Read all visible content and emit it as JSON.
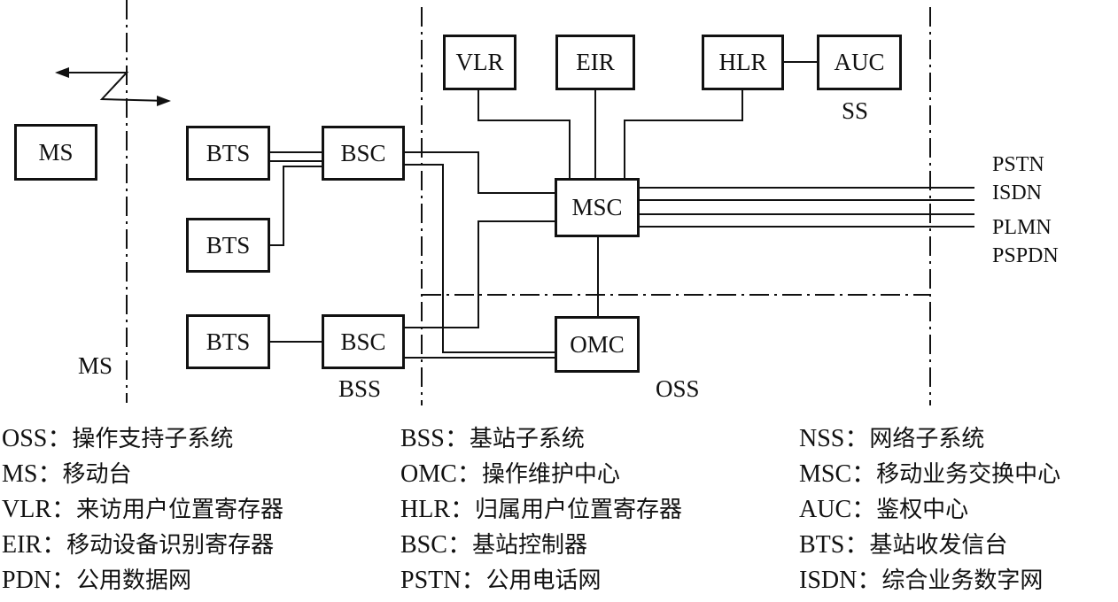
{
  "diagram": {
    "boxes": {
      "ms": "MS",
      "bts1": "BTS",
      "bts2": "BTS",
      "bts3": "BTS",
      "bsc1": "BSC",
      "bsc2": "BSC",
      "vlr": "VLR",
      "eir": "EIR",
      "hlr": "HLR",
      "auc": "AUC",
      "msc": "MSC",
      "omc": "OMC"
    },
    "labels": {
      "ss": "SS",
      "ms_zone": "MS",
      "bss": "BSS",
      "oss": "OSS"
    },
    "networks": [
      "PSTN",
      "ISDN",
      "PLMN",
      "PSPDN"
    ]
  },
  "legend": {
    "col1": [
      {
        "abbr": "OSS",
        "desc": "操作支持子系统"
      },
      {
        "abbr": "MS",
        "desc": "移动台"
      },
      {
        "abbr": "VLR",
        "desc": "来访用户位置寄存器"
      },
      {
        "abbr": "EIR",
        "desc": "移动设备识别寄存器"
      },
      {
        "abbr": "PDN",
        "desc": "公用数据网"
      }
    ],
    "col2": [
      {
        "abbr": "BSS",
        "desc": "基站子系统"
      },
      {
        "abbr": "OMC",
        "desc": "操作维护中心"
      },
      {
        "abbr": "HLR",
        "desc": "归属用户位置寄存器"
      },
      {
        "abbr": "BSC",
        "desc": "基站控制器"
      },
      {
        "abbr": "PSTN",
        "desc": "公用电话网"
      }
    ],
    "col3": [
      {
        "abbr": "NSS",
        "desc": "网络子系统"
      },
      {
        "abbr": "MSC",
        "desc": "移动业务交换中心"
      },
      {
        "abbr": "AUC",
        "desc": "鉴权中心"
      },
      {
        "abbr": "BTS",
        "desc": "基站收发信台"
      },
      {
        "abbr": "ISDN",
        "desc": "综合业务数字网"
      }
    ],
    "separator": "："
  }
}
